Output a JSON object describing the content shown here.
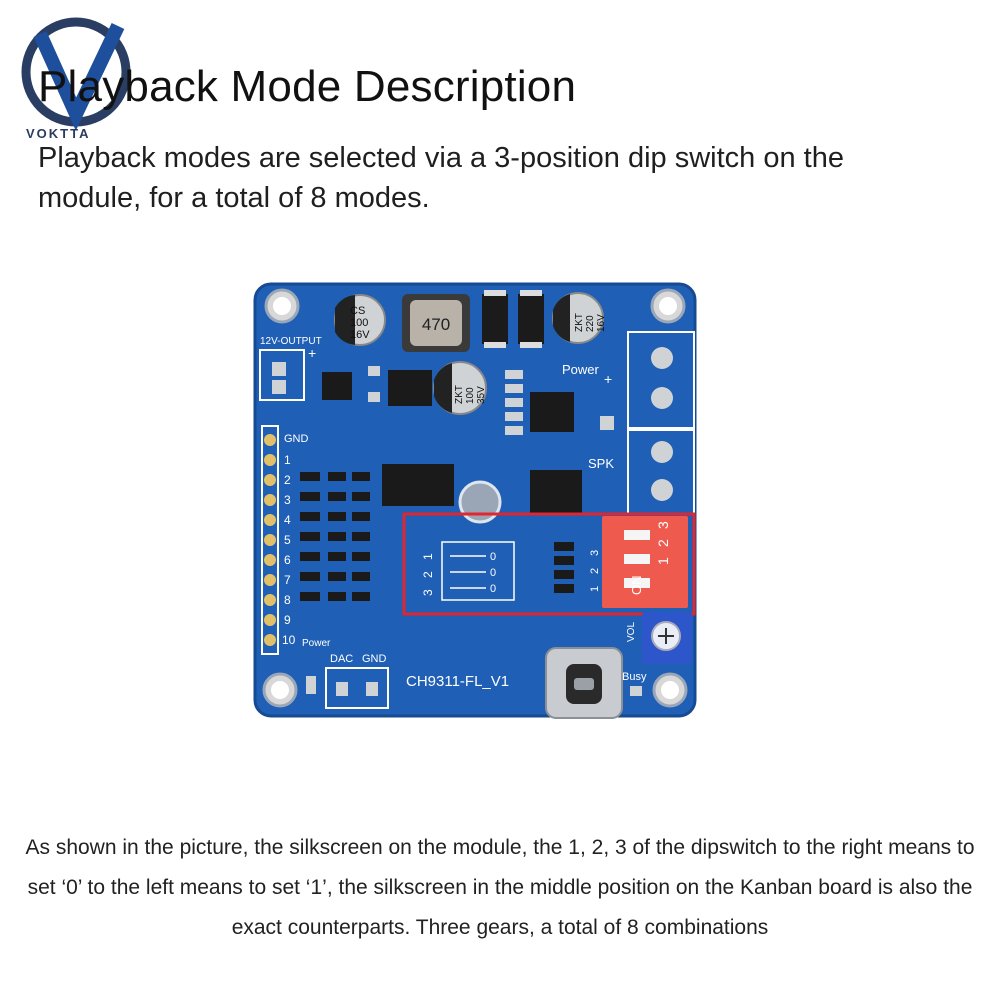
{
  "brand": {
    "name": "VOKTTA",
    "accent": "#1d4f9c",
    "logo_icon": "voktta-v-logo-icon"
  },
  "title": "Playback Mode Description",
  "subtitle": "Playback modes are selected via a 3-position dip switch on the module, for a total of 8 modes.",
  "board": {
    "model": "CH9311-FL_V1",
    "label_12v": "12V-OUTPUT",
    "label_power": "Power",
    "label_spk": "SPK",
    "label_gnd": "GND",
    "label_busy": "Busy",
    "label_vol": "VOL",
    "label_dac": "DAC",
    "label_gnd2": "GND",
    "label_power2": "Power",
    "inductor": "470",
    "cap1": [
      "CS",
      "100",
      "16V"
    ],
    "cap2": [
      "ZKT",
      "220",
      "16V"
    ],
    "cap3": [
      "ZKT",
      "100",
      "35V"
    ],
    "pins": [
      "1",
      "2",
      "3",
      "4",
      "5",
      "6",
      "7",
      "8",
      "9",
      "10"
    ],
    "dip_label": "ON",
    "dip_numbers": [
      "1",
      "2",
      "3"
    ],
    "silk_numbers": [
      "3",
      "2",
      "1"
    ],
    "silk_zero": "0",
    "highlight_color": "#e0262e",
    "pcb_color": "#1f5fb5",
    "dip_color": "#ef5a4f"
  },
  "caption": "As shown in the picture, the silkscreen on the module, the 1, 2, 3 of the dipswitch to the right means to set ‘0’ to the left means to set ‘1’, the silkscreen in the middle position on the Kanban board is also the exact counterparts. Three gears, a total of 8 combinations"
}
